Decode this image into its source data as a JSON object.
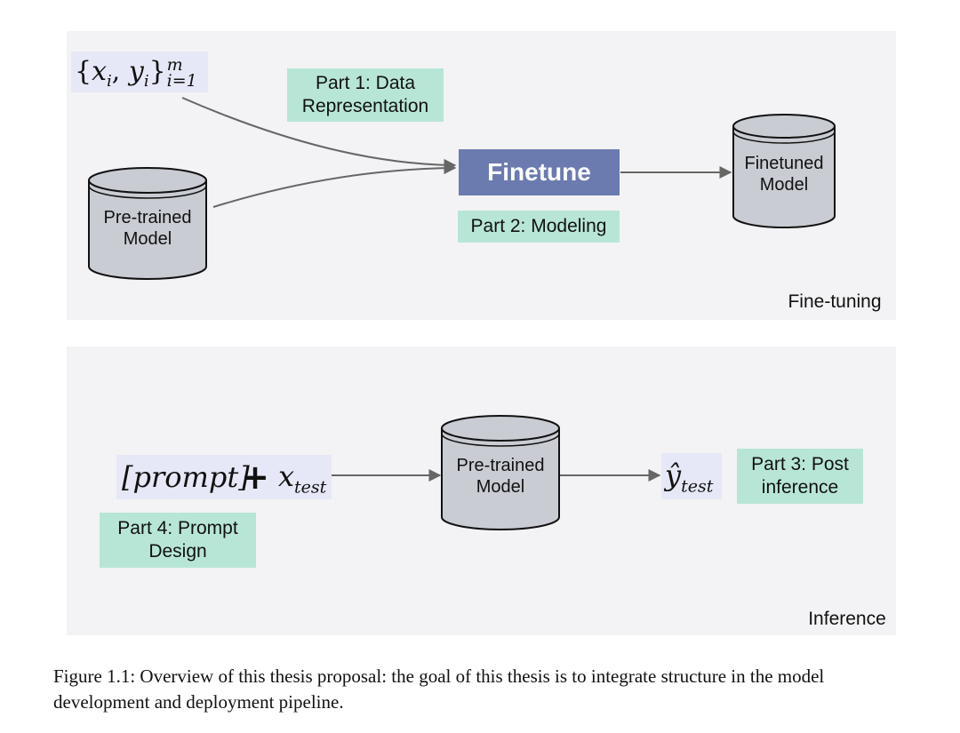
{
  "fine_tuning_panel": {
    "dataset_expr": {
      "open": "{",
      "x": "x",
      "i1": "i",
      "comma": ", ",
      "y": "y",
      "i2": "i",
      "close": "}",
      "sup": "m",
      "sub": "i=1"
    },
    "part1_label": "Part 1: Data Representation",
    "finetune_label": "Finetune",
    "part2_label": "Part 2: Modeling",
    "pretrained_label": "Pre-trained Model",
    "finetuned_label": "Finetuned Model",
    "panel_label": "Fine-tuning"
  },
  "inference_panel": {
    "prompt_expr": "[prompt]",
    "plus": "+",
    "xtest_base": "x",
    "xtest_sub": "test",
    "pretrained_label": "Pre-trained Model",
    "yhat_base": "ŷ",
    "yhat_sub": "test",
    "part3_label": "Part 3: Post inference",
    "part4_label": "Part 4: Prompt Design",
    "panel_label": "Inference"
  },
  "caption": "Figure 1.1: Overview of this thesis proposal: the goal of this thesis is to integrate structure in the model development and deployment pipeline.",
  "colors": {
    "panel_bg": "#f3f3f5",
    "teal": "#b8e6d6",
    "lavender": "#e6e8f7",
    "finetune_blue": "#6b7bb0",
    "cylinder_fill": "#c9ccd3",
    "arrow": "#666666"
  }
}
